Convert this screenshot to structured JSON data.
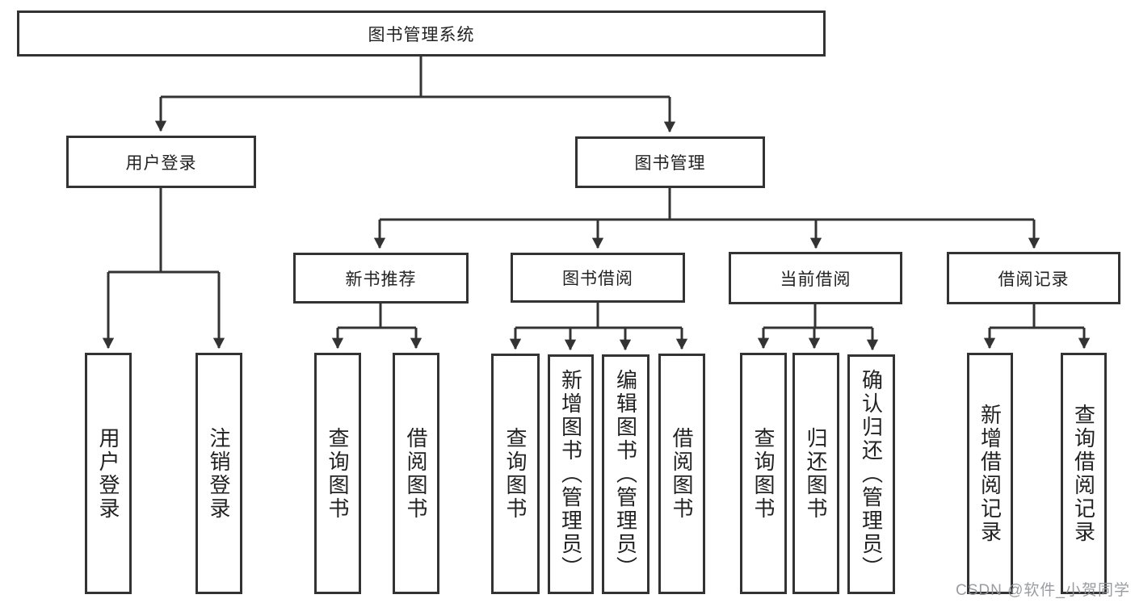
{
  "tree": {
    "label": "图书管理系统",
    "children": [
      {
        "label": "用户登录",
        "children": [
          {
            "label": "用户登录"
          },
          {
            "label": "注销登录"
          }
        ]
      },
      {
        "label": "图书管理",
        "children": [
          {
            "label": "新书推荐",
            "children": [
              {
                "label": "查询图书"
              },
              {
                "label": "借阅图书"
              }
            ]
          },
          {
            "label": "图书借阅",
            "children": [
              {
                "label": "查询图书"
              },
              {
                "label": "新增图书（管理员）"
              },
              {
                "label": "编辑图书（管理员）"
              },
              {
                "label": "借阅图书"
              }
            ]
          },
          {
            "label": "当前借阅",
            "children": [
              {
                "label": "查询图书"
              },
              {
                "label": "归还图书"
              },
              {
                "label": "确认归还（管理员）"
              }
            ]
          },
          {
            "label": "借阅记录",
            "children": [
              {
                "label": "新增借阅记录"
              },
              {
                "label": "查询借阅记录"
              }
            ]
          }
        ]
      }
    ]
  },
  "watermark": {
    "text": "CSDN @软件_小贺同学",
    "color": "#919499"
  },
  "colors": {
    "line": "#333333",
    "box_border": "#333333",
    "text": "#222222",
    "background": "#ffffff"
  }
}
